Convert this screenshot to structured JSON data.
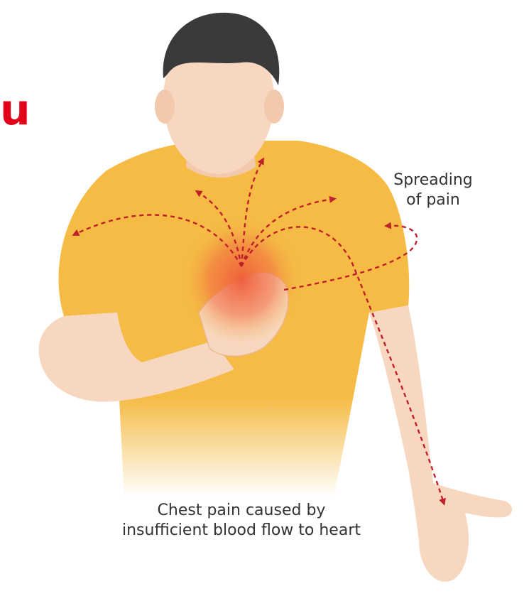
{
  "labels": {
    "spreading_line1": "Spreading",
    "spreading_line2": "of pain",
    "caption_line1": "Chest pain caused by",
    "caption_line2": "insufficient blood flow to heart",
    "red_fragment": "u"
  },
  "colors": {
    "shirt": "#f5bb45",
    "skin": "#f7d7c0",
    "hair": "#3a3a3a",
    "pain_glow": "#ef5a3a",
    "arrow": "#c0202a",
    "red_text": "#e3001b"
  }
}
